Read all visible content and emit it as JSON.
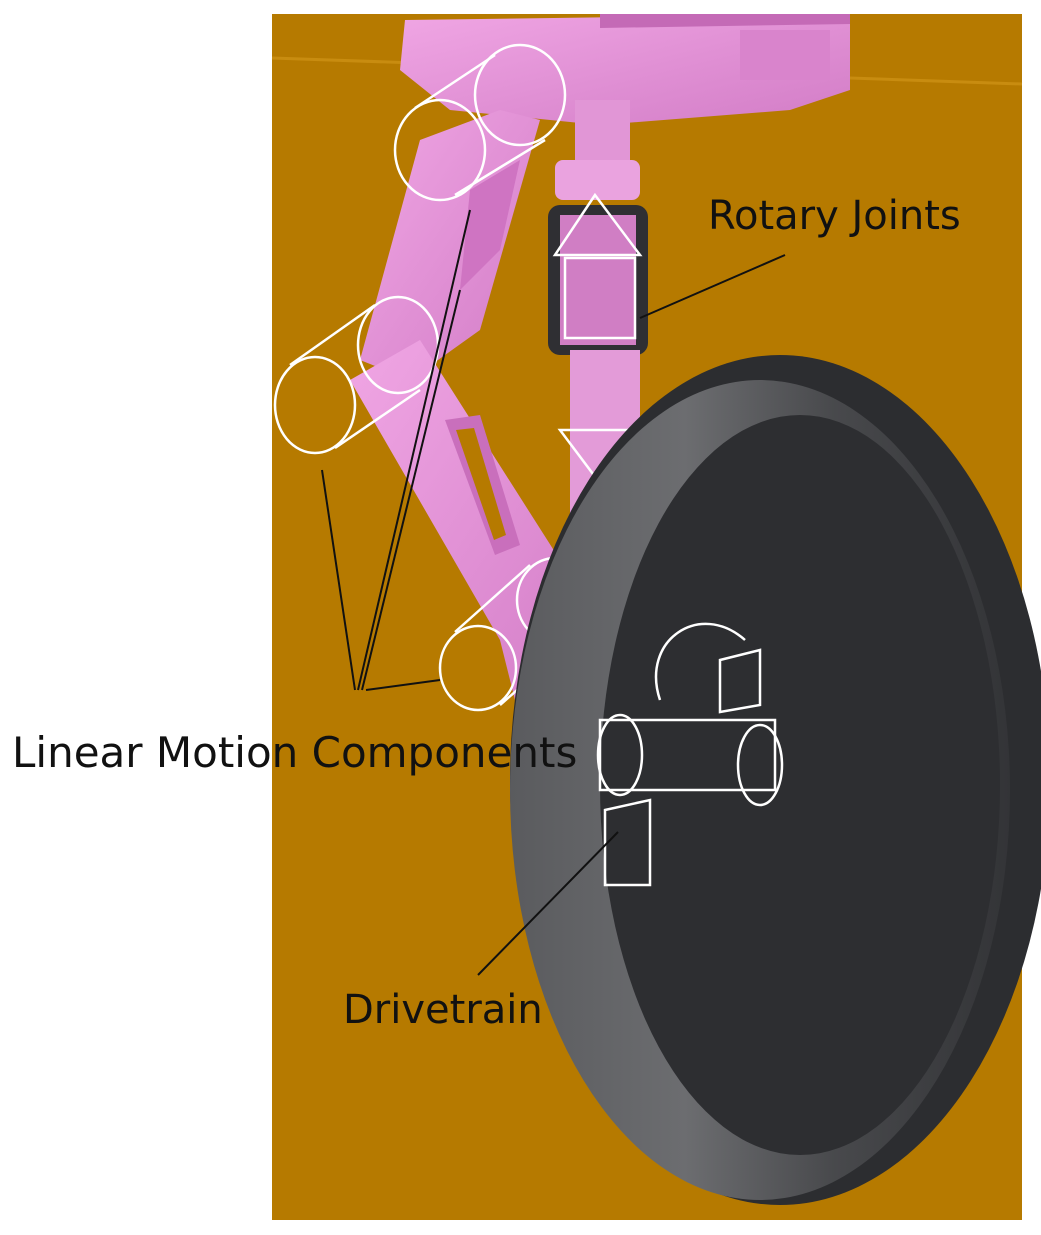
{
  "labels": {
    "rotary_joints": "Rotary Joints",
    "linear_motion": "Linear Motion Components",
    "drivetrain": "Drivetrain"
  },
  "colors": {
    "background": "#b67a00",
    "arm_pink": "#e48ed6",
    "arm_pink_dark": "#c46ab6",
    "tire": "#3f4043",
    "tire_side": "#2f3033",
    "wireframe": "#ffffff",
    "leader_line": "#111111"
  }
}
